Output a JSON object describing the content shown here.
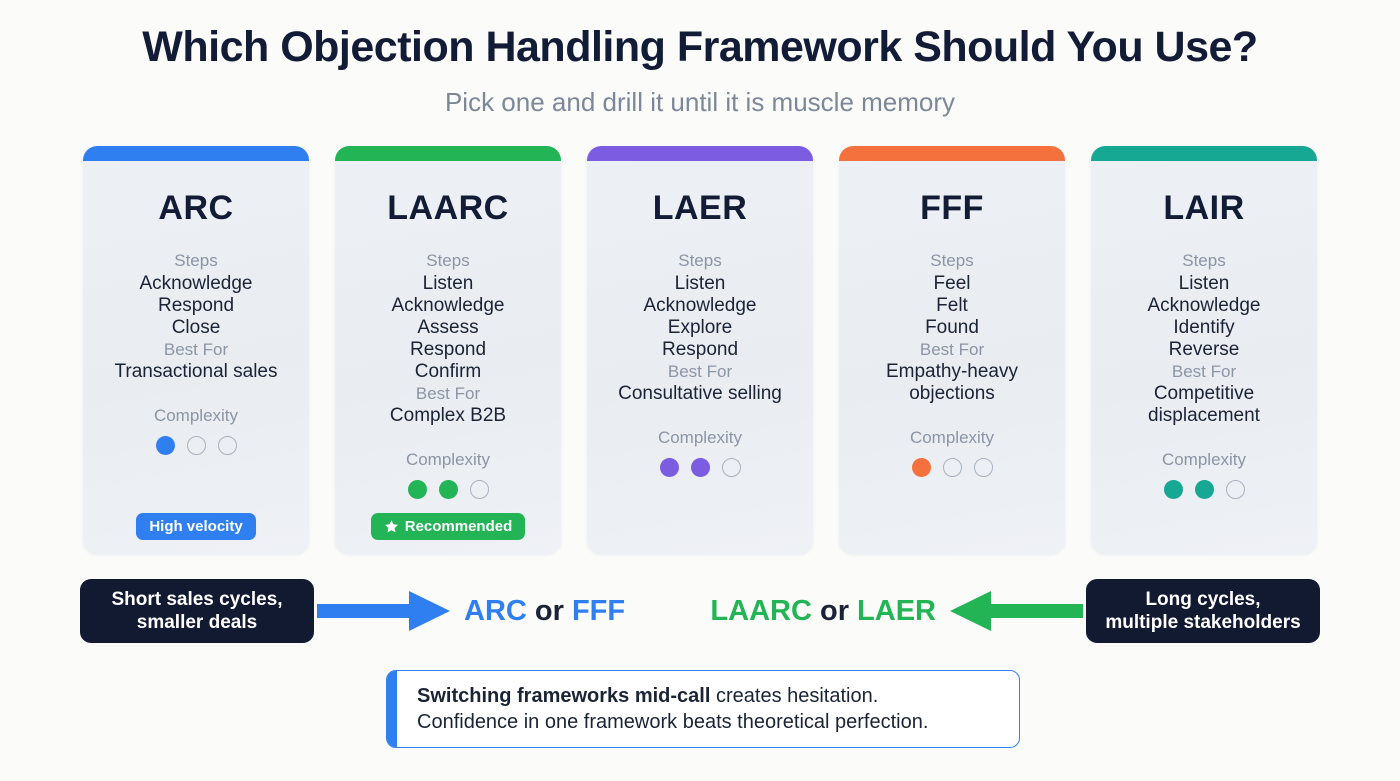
{
  "header": {
    "title": "Which Objection Handling Framework Should You Use?",
    "subtitle": "Pick one and drill it until it is muscle memory"
  },
  "labels": {
    "steps": "Steps",
    "best_for": "Best For",
    "complexity": "Complexity"
  },
  "cards": [
    {
      "name": "ARC",
      "accent": "#2f7ff0",
      "steps": [
        "Acknowledge",
        "Respond",
        "Close"
      ],
      "best_for": "Transactional sales",
      "complexity": 1,
      "complexity_total": 3,
      "badge": {
        "label": "High velocity",
        "icon": null,
        "color": "#2f7ff0"
      }
    },
    {
      "name": "LAARC",
      "accent": "#22b455",
      "steps": [
        "Listen",
        "Acknowledge",
        "Assess",
        "Respond",
        "Confirm"
      ],
      "best_for": "Complex B2B",
      "complexity": 2,
      "complexity_total": 3,
      "badge": {
        "label": "Recommended",
        "icon": "star-icon",
        "color": "#22b455"
      }
    },
    {
      "name": "LAER",
      "accent": "#7c5ce0",
      "steps": [
        "Listen",
        "Acknowledge",
        "Explore",
        "Respond"
      ],
      "best_for": "Consultative selling",
      "complexity": 2,
      "complexity_total": 3,
      "badge": null
    },
    {
      "name": "FFF",
      "accent": "#f4703c",
      "steps": [
        "Feel",
        "Felt",
        "Found"
      ],
      "best_for": "Empathy-heavy objections",
      "complexity": 1,
      "complexity_total": 3,
      "badge": null
    },
    {
      "name": "LAIR",
      "accent": "#17a893",
      "steps": [
        "Listen",
        "Acknowledge",
        "Identify",
        "Reverse"
      ],
      "best_for": "Competitive displacement",
      "complexity": 2,
      "complexity_total": 3,
      "badge": null
    }
  ],
  "decision": {
    "left": {
      "pill": "Short sales cycles, smaller deals",
      "pill_line1": "Short sales cycles,",
      "pill_line2": "smaller deals",
      "arrow_direction": "right",
      "arrow_color": "#2f7ff0",
      "result_a": "ARC",
      "conjunction": "or",
      "result_b": "FFF",
      "result_color": "#2f7ff0"
    },
    "right": {
      "pill": "Long cycles, multiple stakeholders",
      "pill_line1": "Long cycles,",
      "pill_line2": "multiple stakeholders",
      "arrow_direction": "left",
      "arrow_color": "#22b455",
      "result_a": "LAARC",
      "conjunction": "or",
      "result_b": "LAER",
      "result_color": "#22b455"
    }
  },
  "callout": {
    "bold_text": "Switching frameworks mid-call",
    "rest_line1": " creates hesitation.",
    "line2": "Confidence in one framework beats theoretical perfection.",
    "accent": "#2f7ff0"
  }
}
